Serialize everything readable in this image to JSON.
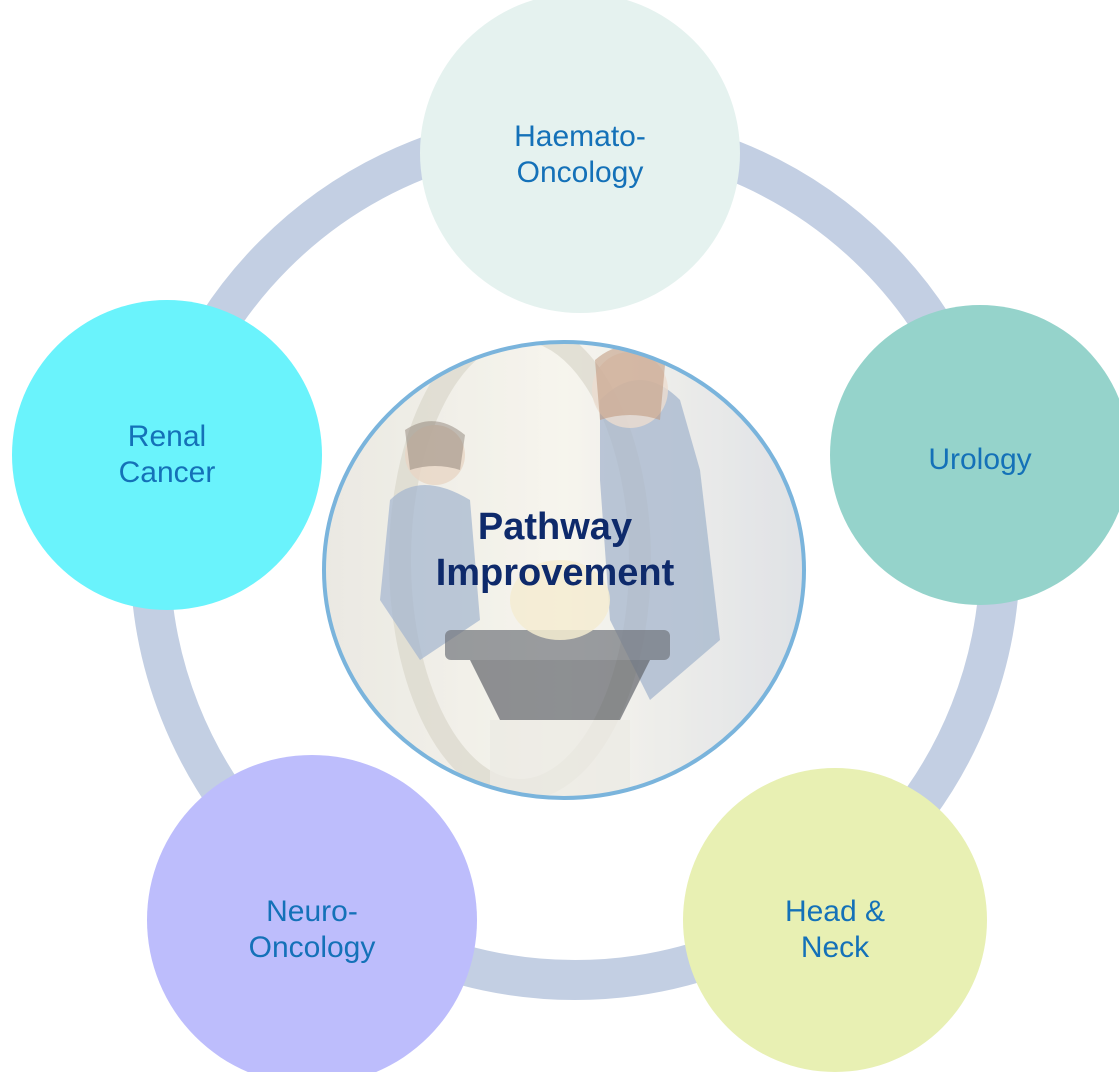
{
  "center": {
    "label": "Pathway\nImprovement"
  },
  "nodes": [
    {
      "id": "haemato-oncology",
      "label": "Haemato-\nOncology",
      "color": "#e5f2ef"
    },
    {
      "id": "urology",
      "label": "Urology",
      "color": "#95d3cb"
    },
    {
      "id": "head-neck",
      "label": "Head &\nNeck",
      "color": "#e8f0b3"
    },
    {
      "id": "neuro-oncology",
      "label": "Neuro-\nOncology",
      "color": "#bdbdfc"
    },
    {
      "id": "renal-cancer",
      "label": "Renal\nCancer",
      "color": "#6af3fc"
    }
  ],
  "colors": {
    "ring": "#c3cfe3",
    "text": "#1471b8",
    "center_text": "#0e2a6b",
    "center_border": "#7ab4dc"
  }
}
